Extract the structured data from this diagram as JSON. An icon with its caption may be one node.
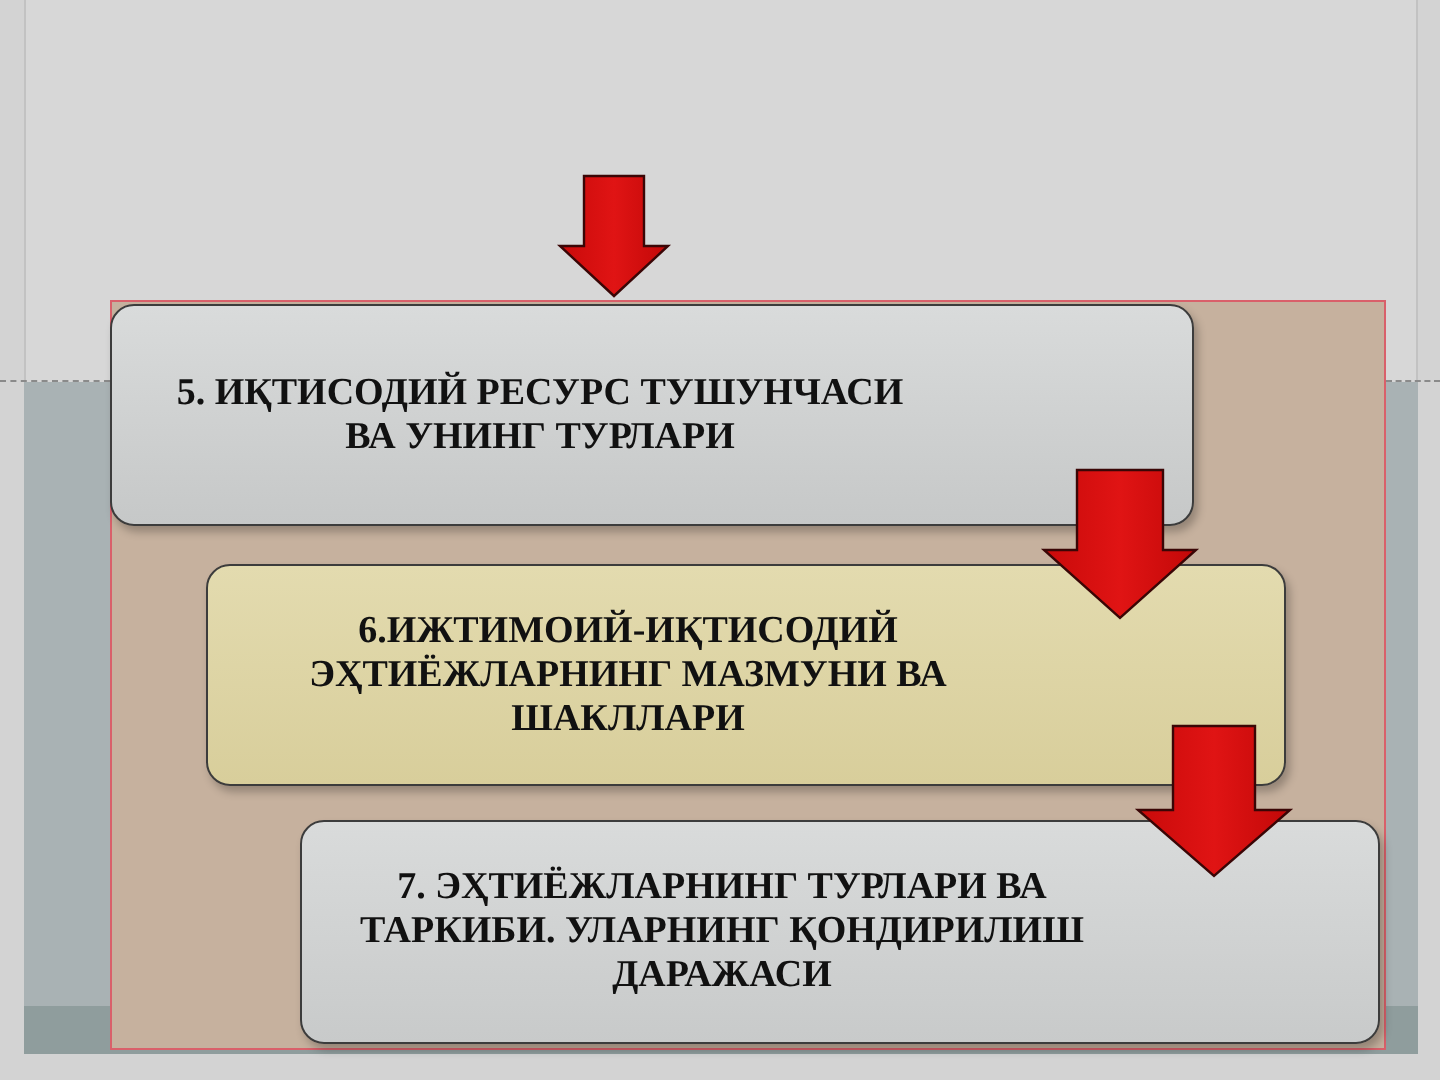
{
  "diagram": {
    "nodes": [
      {
        "text": [
          "5. ИҚТИСОДИЙ РЕСУРС ТУШУНЧАСИ ВА УНИНГ ТУРЛАРИ"
        ]
      },
      {
        "text": [
          "6.ИЖТИМОИЙ-ИҚТИСОДИЙ ЭҲТИЁЖЛАРНИНГ МАЗМУНИ ВА ШАКЛЛАРИ"
        ]
      },
      {
        "text": [
          "7. ЭҲТИЁЖЛАРНИНГ ТУРЛАРИ ВА ТАРКИБИ. УЛАРНИНГ ҚОНДИРИЛИШ ДАРАЖАСИ"
        ]
      }
    ],
    "edges": [
      {
        "from": null,
        "to": 0,
        "arrow": "to"
      },
      {
        "from": 0,
        "to": 1,
        "arrow": "to"
      },
      {
        "from": 1,
        "to": 2,
        "arrow": "to"
      }
    ]
  }
}
